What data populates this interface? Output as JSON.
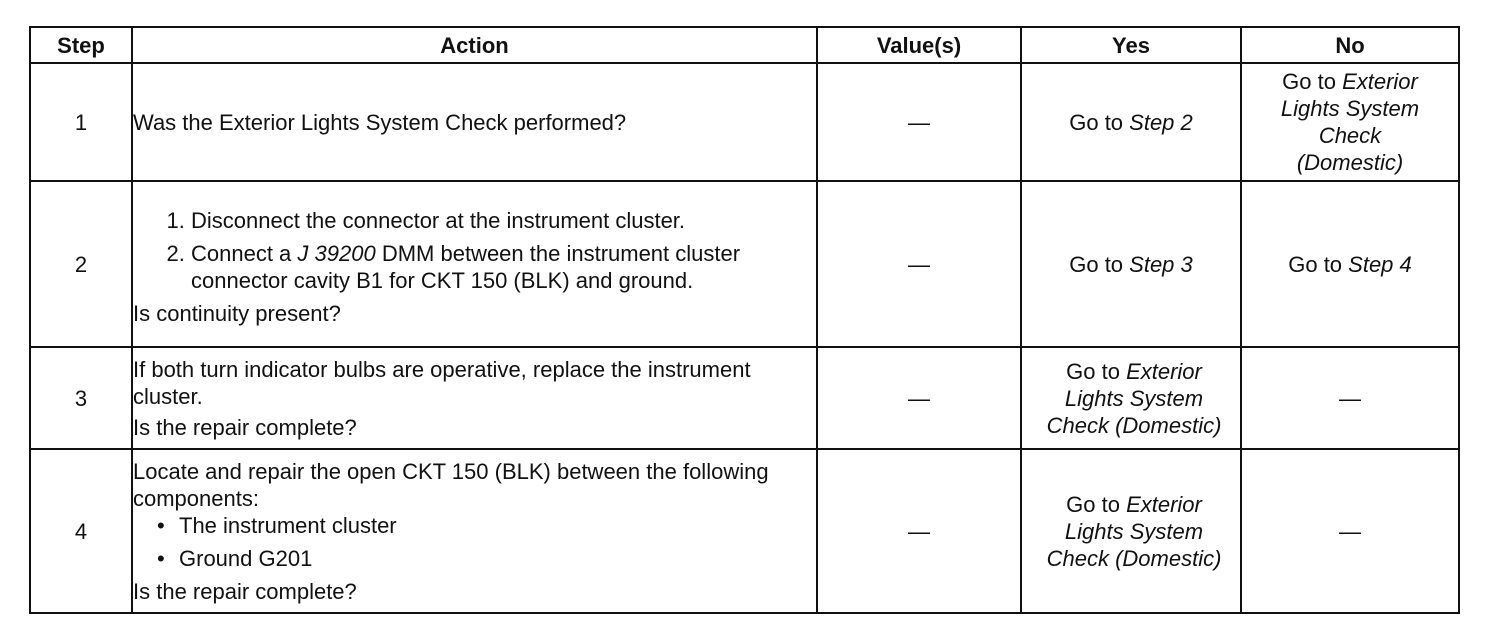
{
  "headers": {
    "step": "Step",
    "action": "Action",
    "values": "Value(s)",
    "yes": "Yes",
    "no": "No"
  },
  "rows": [
    {
      "step": "1",
      "action": "Was the Exterior Lights System Check performed?",
      "value": "—",
      "yes": {
        "pre": "Go to ",
        "em": "Step 2"
      },
      "no": {
        "pre": "Go to ",
        "em": "Exterior Lights System Check (Domestic)"
      }
    },
    {
      "step": "2",
      "items": [
        {
          "text": "Disconnect the connector at the instrument cluster."
        },
        {
          "pre": "Connect a ",
          "em": "J 39200",
          "post": " DMM between the instrument cluster connector cavity B1 for CKT 150 (BLK) and ground."
        }
      ],
      "question": "Is continuity present?",
      "value": "—",
      "yes": {
        "pre": "Go to ",
        "em": "Step 3"
      },
      "no": {
        "pre": "Go to ",
        "em": "Step 4"
      }
    },
    {
      "step": "3",
      "action": "If both turn indicator bulbs are operative, replace the instrument cluster.",
      "question": "Is the repair complete?",
      "value": "—",
      "yes": {
        "pre": "Go to ",
        "em": "Exterior Lights System Check (Domestic)"
      },
      "no": "—"
    },
    {
      "step": "4",
      "action": "Locate and repair the open CKT 150 (BLK) between the following components:",
      "bullets": [
        "The instrument cluster",
        "Ground G201"
      ],
      "bullet_symbol": "•",
      "question": "Is the repair complete?",
      "value": "—",
      "yes": {
        "pre": "Go to ",
        "em": "Exterior Lights System Check (Domestic)"
      },
      "no": "—"
    }
  ]
}
